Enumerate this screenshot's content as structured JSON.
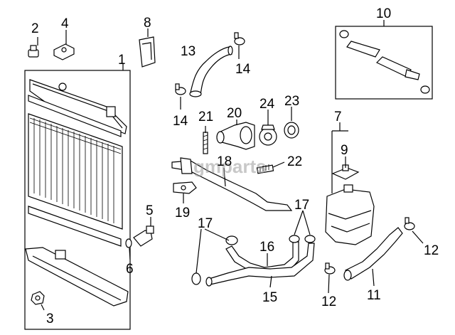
{
  "callouts": [
    {
      "id": "1",
      "label": "1"
    },
    {
      "id": "2",
      "label": "2"
    },
    {
      "id": "3",
      "label": "3"
    },
    {
      "id": "4",
      "label": "4"
    },
    {
      "id": "5",
      "label": "5"
    },
    {
      "id": "6",
      "label": "6"
    },
    {
      "id": "7",
      "label": "7"
    },
    {
      "id": "8",
      "label": "8"
    },
    {
      "id": "9",
      "label": "9"
    },
    {
      "id": "10",
      "label": "10"
    },
    {
      "id": "11",
      "label": "11"
    },
    {
      "id": "12a",
      "label": "12"
    },
    {
      "id": "12b",
      "label": "12"
    },
    {
      "id": "13",
      "label": "13"
    },
    {
      "id": "14a",
      "label": "14"
    },
    {
      "id": "14b",
      "label": "14"
    },
    {
      "id": "15",
      "label": "15"
    },
    {
      "id": "16",
      "label": "16"
    },
    {
      "id": "17a",
      "label": "17"
    },
    {
      "id": "17b",
      "label": "17"
    },
    {
      "id": "18",
      "label": "18"
    },
    {
      "id": "19",
      "label": "19"
    },
    {
      "id": "20",
      "label": "20"
    },
    {
      "id": "21",
      "label": "21"
    },
    {
      "id": "22",
      "label": "22"
    },
    {
      "id": "23",
      "label": "23"
    },
    {
      "id": "24",
      "label": "24"
    }
  ],
  "watermark": "gmparts"
}
